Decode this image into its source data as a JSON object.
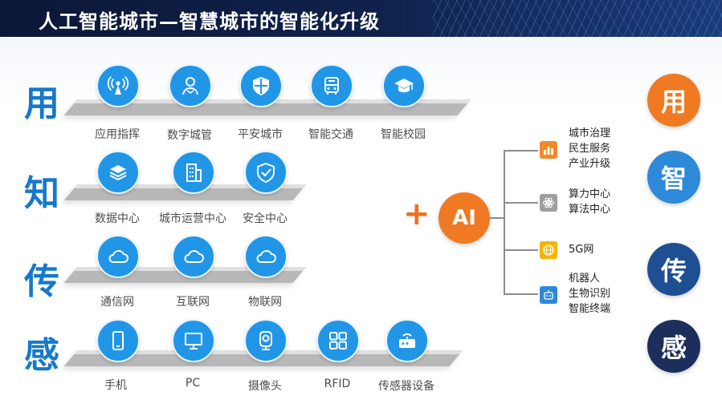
{
  "title": "人工智能城市—智慧城市的智能化升级",
  "layers": [
    {
      "char": "用",
      "items": [
        {
          "label": "应用指挥",
          "icon": "antenna-icon"
        },
        {
          "label": "数字城管",
          "icon": "person-icon"
        },
        {
          "label": "平安城市",
          "icon": "shield-icon"
        },
        {
          "label": "智能交通",
          "icon": "bus-icon"
        },
        {
          "label": "智能校园",
          "icon": "graduation-cap-icon"
        }
      ]
    },
    {
      "char": "知",
      "items": [
        {
          "label": "数据中心",
          "icon": "layers-icon"
        },
        {
          "label": "城市运营中心",
          "icon": "building-icon"
        },
        {
          "label": "安全中心",
          "icon": "shield-check-icon"
        }
      ]
    },
    {
      "char": "传",
      "items": [
        {
          "label": "通信网",
          "icon": "cloud-icon"
        },
        {
          "label": "互联网",
          "icon": "cloud-icon"
        },
        {
          "label": "物联网",
          "icon": "cloud-icon"
        }
      ]
    },
    {
      "char": "感",
      "items": [
        {
          "label": "手机",
          "icon": "phone-icon"
        },
        {
          "label": "PC",
          "icon": "monitor-icon"
        },
        {
          "label": "摄像头",
          "icon": "camera-icon"
        },
        {
          "label": "RFID",
          "icon": "grid-icon"
        },
        {
          "label": "传感器设备",
          "icon": "router-icon"
        }
      ]
    }
  ],
  "plus": "+",
  "ai_label": "AI",
  "ai_branches": [
    {
      "lines": [
        "城市治理",
        "民生服务",
        "产业升级"
      ],
      "icon": "bar-chart-icon",
      "color": "#f08a2a"
    },
    {
      "lines": [
        "算力中心",
        "算法中心"
      ],
      "icon": "atom-icon",
      "color": "#9e9e9e"
    },
    {
      "lines": [
        "5G网"
      ],
      "icon": "globe-icon",
      "color": "#f5b400"
    },
    {
      "lines": [
        "机器人",
        "生物识别",
        "智能终端"
      ],
      "icon": "robot-icon",
      "color": "#2e8ad8"
    }
  ],
  "right_chars": [
    {
      "char": "用",
      "color": "#f07a22"
    },
    {
      "char": "智",
      "color": "#2e8ad8"
    },
    {
      "char": "传",
      "color": "#1f4f93"
    },
    {
      "char": "感",
      "color": "#1c2f5c"
    }
  ]
}
